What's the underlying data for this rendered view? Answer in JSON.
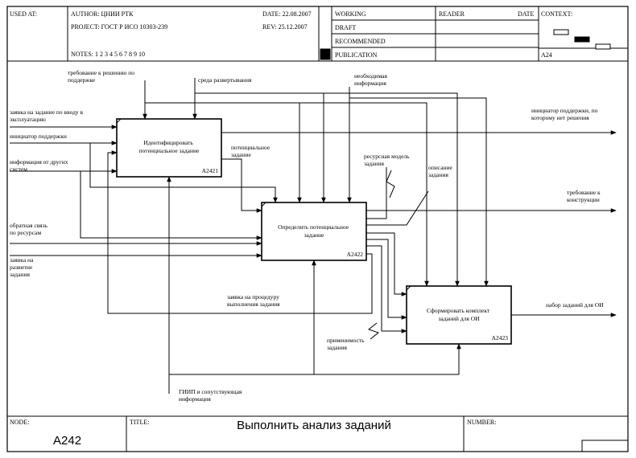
{
  "header": {
    "used_at": "USED AT:",
    "author": "AUTHOR: ЦНИИ РТК",
    "project": "PROJECT: ГОСТ Р ИСО 10303-239",
    "notes": "NOTES: 1 2 3 4 5 6 7 8 9 10",
    "date": "DATE: 22.08.2007",
    "rev": "REV: 25.12.2007",
    "status": [
      "WORKING",
      "DRAFT",
      "RECOMMENDED",
      "PUBLICATION"
    ],
    "reader": "READER",
    "reader_date": "DATE",
    "context": "CONTEXT:",
    "context_node": "A24"
  },
  "boxes": [
    {
      "title": "Идентифицировать потенциальное задание",
      "node": "A2421"
    },
    {
      "title": "Определить потенциальное задание",
      "node": "A2422"
    },
    {
      "title": "Сформировать комплект заданий для ОИ",
      "node": "A2423"
    }
  ],
  "arrows": {
    "req_support": "требование к решению по поддержке",
    "deploy_env": "среда развертывания",
    "needed_info": "необходимая информация",
    "task_request": "заявка на задание по вводу в эксплуатацию",
    "support_initiator": "инициатор поддержки",
    "info_other": "информация от других систем",
    "potential_task": "потенциальное задание",
    "initiator_no_solution": "инициатор поддержки, по которому нет решения",
    "resource_model": "ресурсная модель задания",
    "task_description": "описание задания",
    "req_design": "требование к конструкции",
    "feedback": "обратная связь по ресурсам",
    "dev_request": "заявка на развитие задания",
    "procedure_request": "заявка на процедуру выполнения задания",
    "task_set": "набор заданий для ОИ",
    "applicability": "применимость задания",
    "gip": "ГИИП и сопутствующая информация"
  },
  "footer": {
    "node_label": "NODE:",
    "node_value": "A242",
    "title_label": "TITLE:",
    "title_value": "Выполнить анализ заданий",
    "number_label": "NUMBER:"
  }
}
